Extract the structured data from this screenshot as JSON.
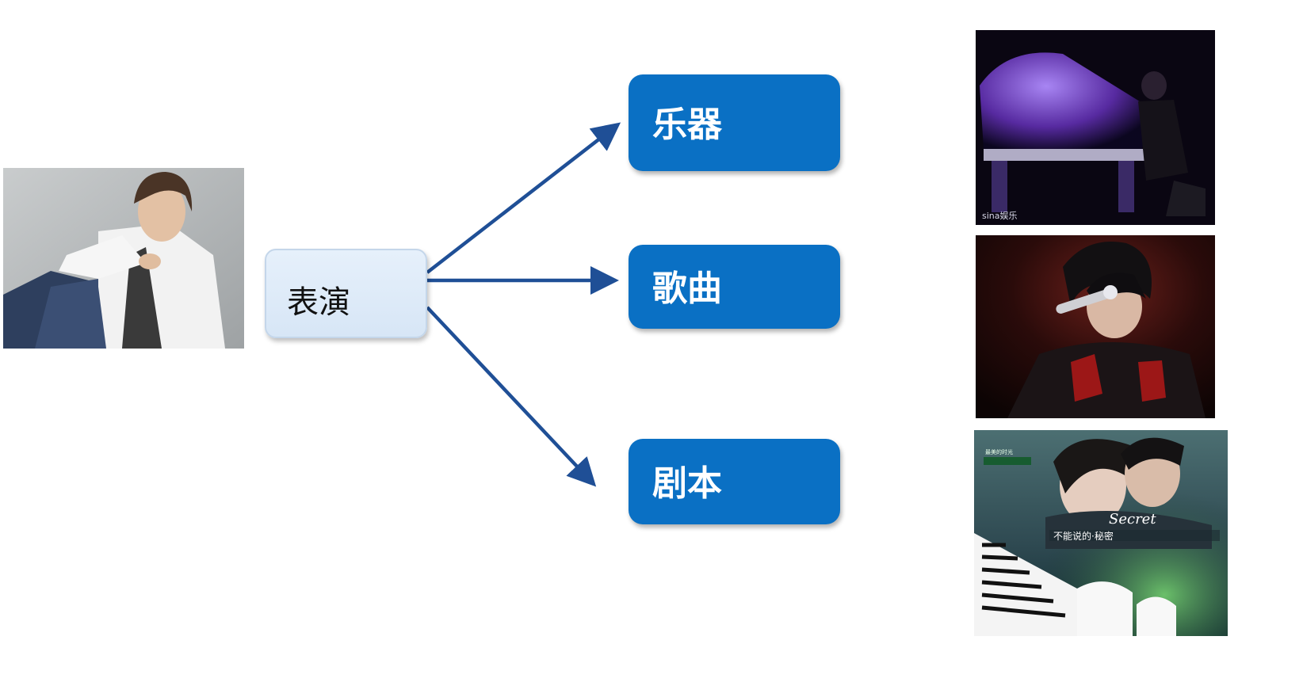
{
  "diagram": {
    "source": {
      "label": "表演"
    },
    "targets": [
      {
        "label": "乐器"
      },
      {
        "label": "歌曲"
      },
      {
        "label": "剧本"
      }
    ]
  },
  "images": {
    "portrait": "portrait-photo",
    "piano": "piano-performance-photo",
    "singer": "singer-with-microphone-photo",
    "poster": "movie-poster"
  },
  "watermarks": {
    "piano_logo": "sina娱乐",
    "poster_title": "不能说的·秘密",
    "poster_script": "Secret"
  },
  "colors": {
    "accent": "#0a70c4",
    "source_fill": "#dfeaf7",
    "arrow": "#1f4f96"
  }
}
